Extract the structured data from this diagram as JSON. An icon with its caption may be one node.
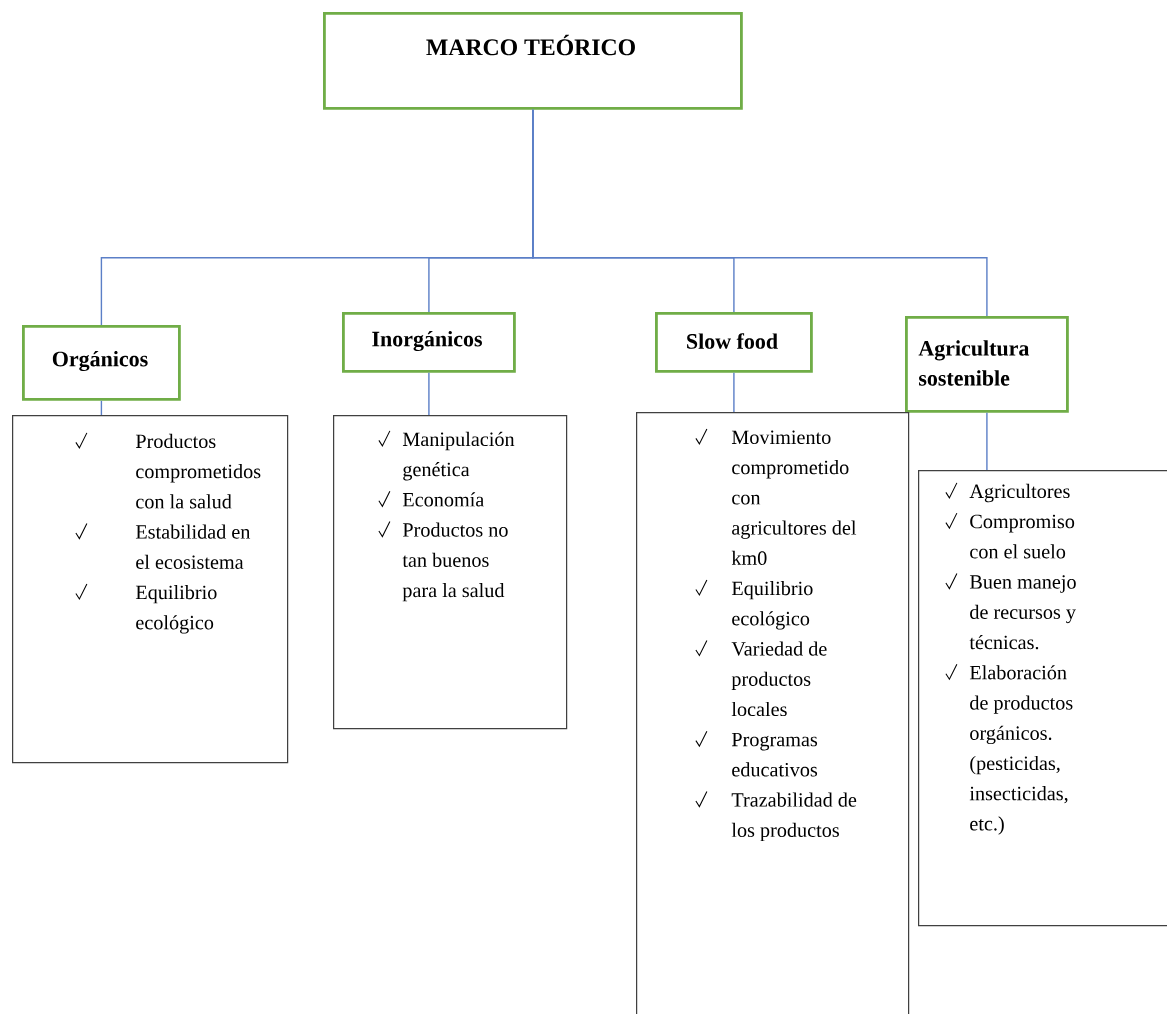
{
  "diagram": {
    "nodes": [
      {
        "text": [
          "MARCO TEÓRICO"
        ]
      },
      {
        "text": [
          "Orgánicos"
        ]
      },
      {
        "text": [
          "Inorgánicos"
        ]
      },
      {
        "text": [
          "Slow food"
        ]
      },
      {
        "text": [
          "Agricultura sostenible"
        ]
      },
      {
        "text": [
          "Productos comprometidos con la salud",
          "Estabilidad en el ecosistema",
          "Equilibrio ecológico"
        ]
      },
      {
        "text": [
          "Manipulación genética",
          "Economía",
          "Productos no tan buenos para la salud"
        ]
      },
      {
        "text": [
          "Movimiento comprometido con agricultores del km0",
          "Equilibrio ecológico",
          "Variedad de productos locales",
          "Programas educativos",
          "Trazabilidad de los productos"
        ]
      },
      {
        "text": [
          "Agricultores",
          "Compromiso con el suelo",
          "Buen manejo de recursos y técnicas.",
          "Elaboración de productos orgánicos. (pesticidas, insecticidas, etc.)"
        ]
      }
    ],
    "edges": [
      {
        "from": 0,
        "to": 1,
        "arrow": "none"
      },
      {
        "from": 0,
        "to": 2,
        "arrow": "none"
      },
      {
        "from": 0,
        "to": 3,
        "arrow": "none"
      },
      {
        "from": 0,
        "to": 4,
        "arrow": "none"
      },
      {
        "from": 1,
        "to": 5,
        "arrow": "none"
      },
      {
        "from": 2,
        "to": 6,
        "arrow": "none"
      },
      {
        "from": 3,
        "to": 7,
        "arrow": "none"
      },
      {
        "from": 4,
        "to": 8,
        "arrow": "none"
      }
    ]
  }
}
